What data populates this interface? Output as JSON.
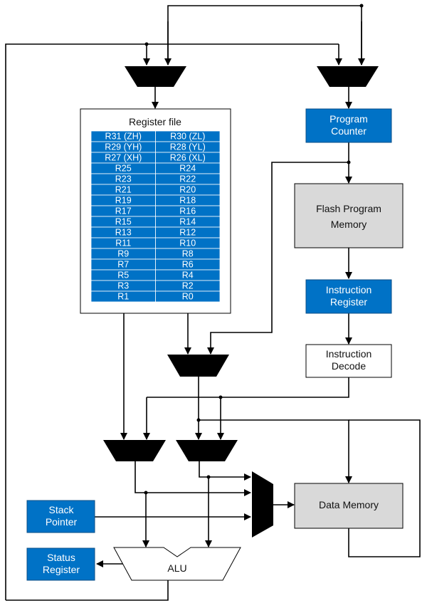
{
  "register_file": {
    "title": "Register file",
    "rows": [
      [
        "R31 (ZH)",
        "R30 (ZL)"
      ],
      [
        "R29 (YH)",
        "R28 (YL)"
      ],
      [
        "R27 (XH)",
        "R26 (XL)"
      ],
      [
        "R25",
        "R24"
      ],
      [
        "R23",
        "R22"
      ],
      [
        "R21",
        "R20"
      ],
      [
        "R19",
        "R18"
      ],
      [
        "R17",
        "R16"
      ],
      [
        "R15",
        "R14"
      ],
      [
        "R13",
        "R12"
      ],
      [
        "R11",
        "R10"
      ],
      [
        "R9",
        "R8"
      ],
      [
        "R7",
        "R6"
      ],
      [
        "R5",
        "R4"
      ],
      [
        "R3",
        "R2"
      ],
      [
        "R1",
        "R0"
      ]
    ]
  },
  "blocks": {
    "program_counter": [
      "Program",
      "Counter"
    ],
    "flash_program_memory": [
      "Flash Program",
      "Memory"
    ],
    "instruction_register": [
      "Instruction",
      "Register"
    ],
    "instruction_decode": [
      "Instruction",
      "Decode"
    ],
    "data_memory": "Data Memory",
    "stack_pointer": [
      "Stack",
      "Pointer"
    ],
    "status_register": [
      "Status",
      "Register"
    ],
    "alu": "ALU"
  },
  "colors": {
    "block_blue": "#0072c6",
    "block_gray": "#d9d9d9",
    "line": "#000000"
  }
}
